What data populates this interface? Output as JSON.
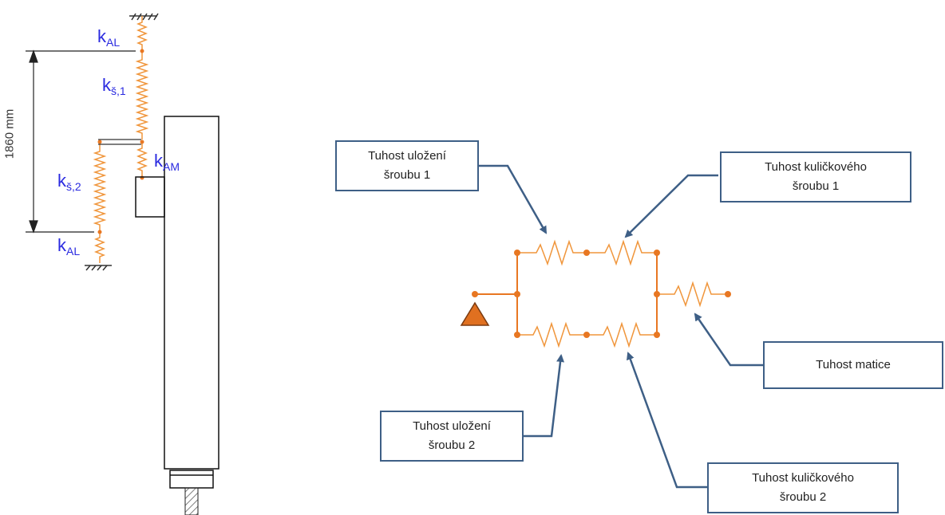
{
  "left_diagram": {
    "labels": {
      "k_al_top": {
        "main": "k",
        "sub": "AL"
      },
      "k_s1": {
        "main": "k",
        "sub": "š,1"
      },
      "k_am": {
        "main": "k",
        "sub": "AM"
      },
      "k_s2": {
        "main": "k",
        "sub": "š,2"
      },
      "k_al_bottom": {
        "main": "k",
        "sub": "AL"
      }
    },
    "dimension": "1860 mm"
  },
  "right_diagram": {
    "callouts": {
      "bearing1": {
        "line1": "Tuhost uložení",
        "line2": "šroubu 1"
      },
      "ballscrew1": {
        "line1": "Tuhost kuličkového",
        "line2": "šroubu 1"
      },
      "nut": {
        "line1": "Tuhost matice"
      },
      "bearing2": {
        "line1": "Tuhost uložení",
        "line2": "šroubu 2"
      },
      "ballscrew2": {
        "line1": "Tuhost kuličkového",
        "line2": "šroubu 2"
      }
    }
  },
  "colors": {
    "spring": "#f0963c",
    "node": "#e87722",
    "arrow": "#3e5f86",
    "label": "#2a2ae0",
    "triangle_fill": "#e07020"
  }
}
